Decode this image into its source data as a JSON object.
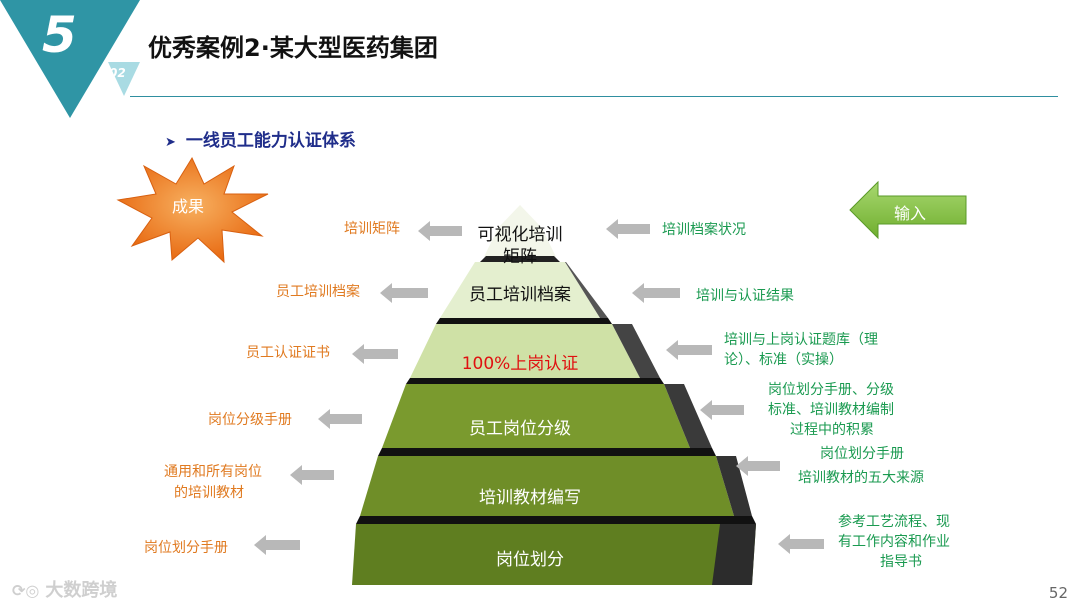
{
  "header": {
    "number": "5",
    "sub": "02",
    "title": "优秀案例2·某大型医药集团"
  },
  "bullet": "一线员工能力认证体系",
  "badges": {
    "outcome": "成果",
    "input": "输入"
  },
  "tiers": [
    "可视化培训矩阵",
    "员工培训档案",
    "100%上岗认证",
    "员工岗位分级",
    "培训教材编写",
    "岗位划分"
  ],
  "left_labels": [
    "培训矩阵",
    "员工培训档案",
    "员工认证证书",
    "岗位分级手册",
    "通用和所有岗位",
    "的培训教材",
    "岗位划分手册"
  ],
  "right_labels": [
    "培训档案状况",
    "培训与认证结果",
    "培训与上岗认证题库（理",
    "论）、标准（实操）",
    "岗位划分手册、分级",
    "标准、培训教材编制",
    "过程中的积累",
    "岗位划分手册",
    "培训教材的五大来源",
    "参考工艺流程、现",
    "有工作内容和作业",
    "指导书"
  ],
  "footer": {
    "watermark": "大数跨境",
    "page": "52"
  },
  "colors": {
    "teal": "#2f95a5",
    "orange": "#e07a20",
    "green": "#1a9a50",
    "tier_red": "#e01010"
  }
}
